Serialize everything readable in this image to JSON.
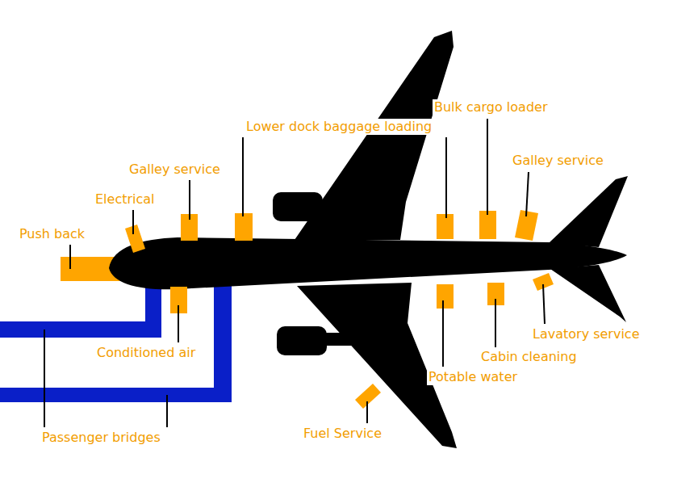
{
  "diagram": {
    "labels": [
      "Lower dock baggage loading",
      "Bulk cargo loader",
      "Galley service",
      "Galley service",
      "Electrical",
      "Push back",
      "Lavatory service",
      "Conditioned air",
      "Cabin cleaning",
      "Potable water",
      "Fuel Service",
      "Passenger bridges"
    ]
  }
}
